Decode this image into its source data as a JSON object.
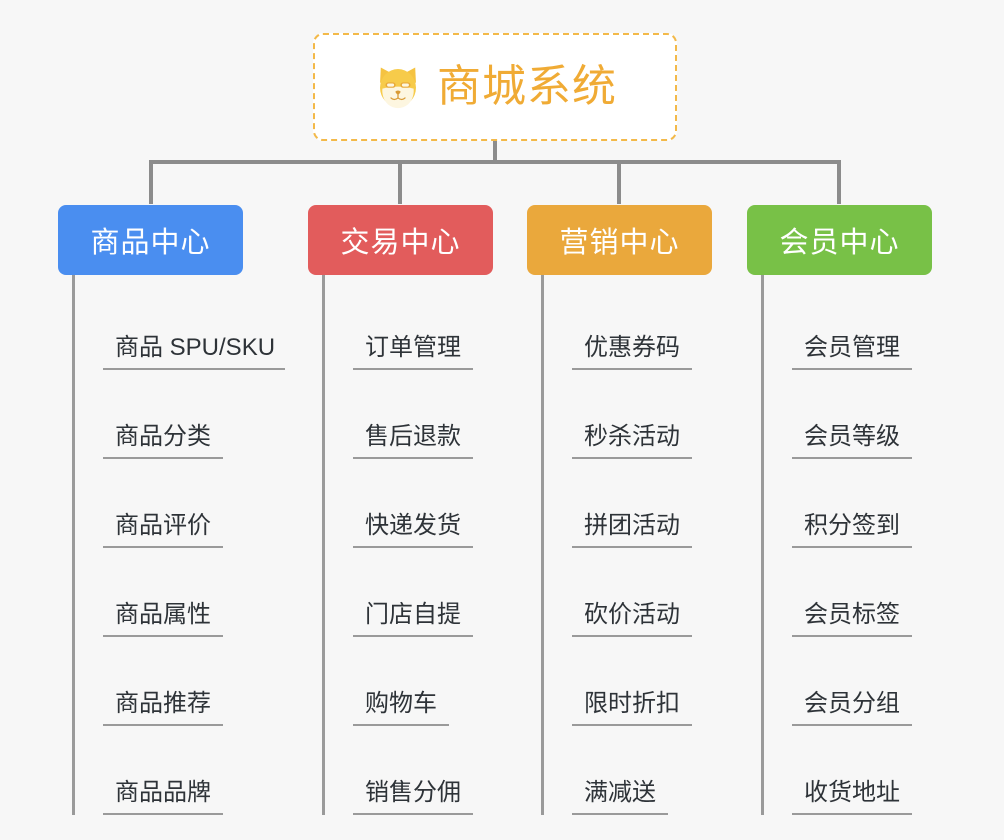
{
  "root": {
    "title": "商城系统",
    "icon": "shiba-dog-face-icon",
    "accent": "#f0ab35",
    "border_color": "#f3b949",
    "background": "#ffffff"
  },
  "canvas": {
    "background": "#f7f7f7",
    "connector_color": "#8c8c8c"
  },
  "columns": [
    {
      "id": "product-center",
      "label": "商品中心",
      "color": "#4a8ef0",
      "items": [
        "商品 SPU/SKU",
        "商品分类",
        "商品评价",
        "商品属性",
        "商品推荐",
        "商品品牌"
      ]
    },
    {
      "id": "trade-center",
      "label": "交易中心",
      "color": "#e25c5c",
      "items": [
        "订单管理",
        "售后退款",
        "快递发货",
        "门店自提",
        "购物车",
        "销售分佣"
      ]
    },
    {
      "id": "marketing-center",
      "label": "营销中心",
      "color": "#eaa83c",
      "items": [
        "优惠券码",
        "秒杀活动",
        "拼团活动",
        "砍价活动",
        "限时折扣",
        "满减送"
      ]
    },
    {
      "id": "member-center",
      "label": "会员中心",
      "color": "#78c147",
      "items": [
        "会员管理",
        "会员等级",
        "积分签到",
        "会员标签",
        "会员分组",
        "收货地址"
      ]
    }
  ]
}
